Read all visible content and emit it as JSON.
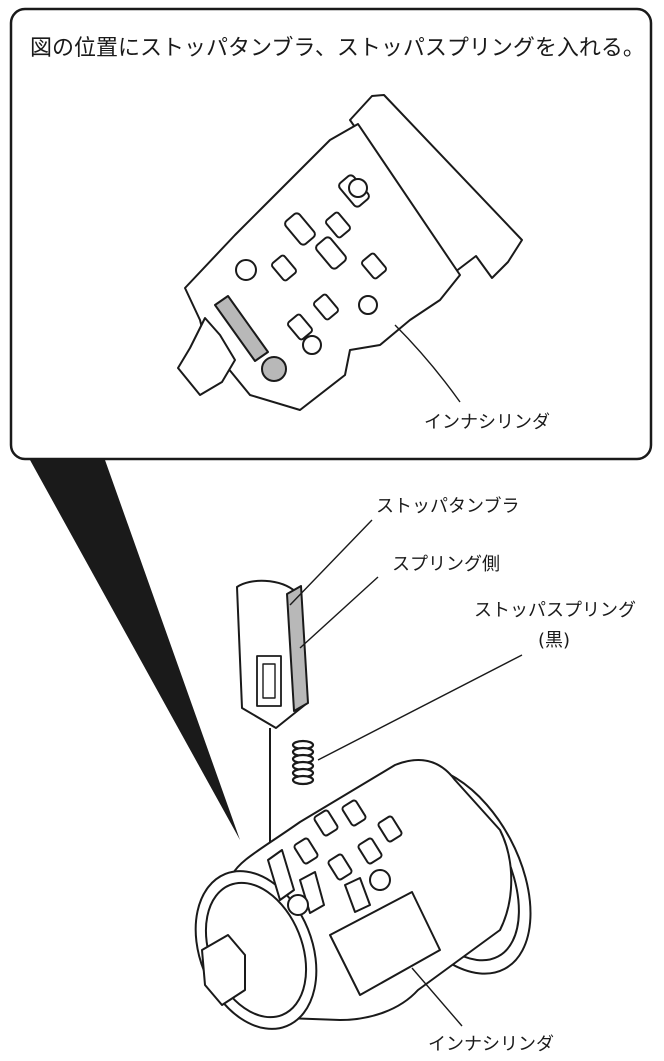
{
  "instruction": "図の位置にストッパタンブラ、ストッパスプリングを入れる。",
  "labels": {
    "inner_cylinder_top": "インナシリンダ",
    "stopper_tumbler": "ストッパタンブラ",
    "spring_side": "スプリング側",
    "stopper_spring": "ストッパスプリング",
    "stopper_spring_color": "(黒)",
    "inner_cylinder_bottom": "インナシリンダ"
  },
  "colors": {
    "line": "#1a1a1a",
    "highlight": "#b8b8b8",
    "callout_fill": "#1a1a1a"
  }
}
